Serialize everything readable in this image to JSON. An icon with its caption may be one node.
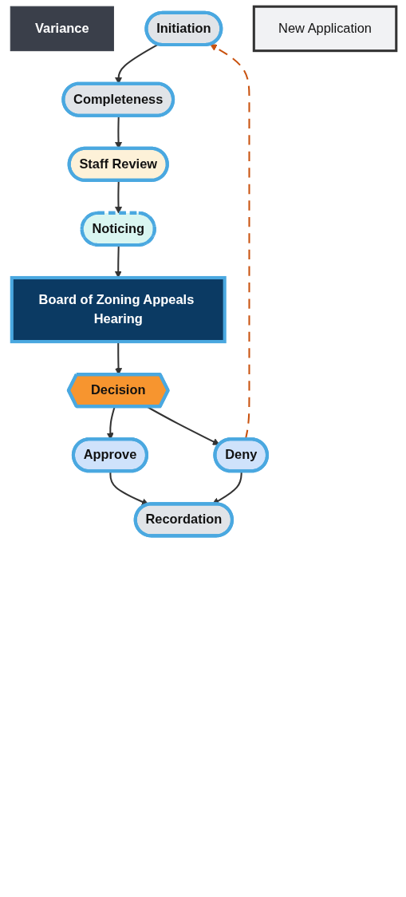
{
  "diagram": {
    "nodes": [
      {
        "text": [
          "Variance"
        ]
      },
      {
        "text": [
          "Initiation"
        ]
      },
      {
        "text": [
          "Completeness"
        ]
      },
      {
        "text": [
          "Staff Review"
        ]
      },
      {
        "text": [
          "Noticing"
        ]
      },
      {
        "text": [
          "Board of Zoning Appeals Hearing"
        ]
      },
      {
        "text": [
          "Decision"
        ]
      },
      {
        "text": [
          "Approve"
        ]
      },
      {
        "text": [
          "Deny"
        ]
      },
      {
        "text": [
          "Recordation"
        ]
      },
      {
        "text": [
          "New Application"
        ]
      }
    ],
    "edges": [
      {
        "from": 1,
        "to": 2,
        "arrow": "to"
      },
      {
        "from": 2,
        "to": 3,
        "arrow": "to"
      },
      {
        "from": 3,
        "to": 4,
        "arrow": "to"
      },
      {
        "from": 4,
        "to": 5,
        "arrow": "to"
      },
      {
        "from": 5,
        "to": 6,
        "arrow": "to"
      },
      {
        "from": 6,
        "to": 7,
        "arrow": "to"
      },
      {
        "from": 6,
        "to": 8,
        "arrow": "to"
      },
      {
        "from": 7,
        "to": 9,
        "arrow": "to"
      },
      {
        "from": 8,
        "to": 9,
        "arrow": "to"
      },
      {
        "from": 8,
        "to": 1,
        "arrow": "to",
        "style": "dashed",
        "color": "#c9520f"
      }
    ]
  }
}
